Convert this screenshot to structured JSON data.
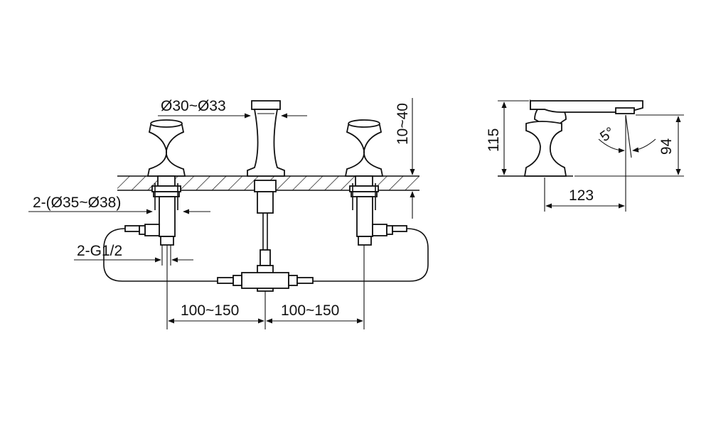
{
  "dimensions": {
    "spout_diameter": "Ø30~Ø33",
    "deck_thickness": "10~40",
    "handle_hole_diameter": "2-(Ø35~Ø38)",
    "thread_size": "2-G1/2",
    "spacing_left": "100~150",
    "spacing_right": "100~150",
    "total_height": "115",
    "spout_height": "94",
    "spout_reach": "123",
    "spout_angle": "5°"
  }
}
